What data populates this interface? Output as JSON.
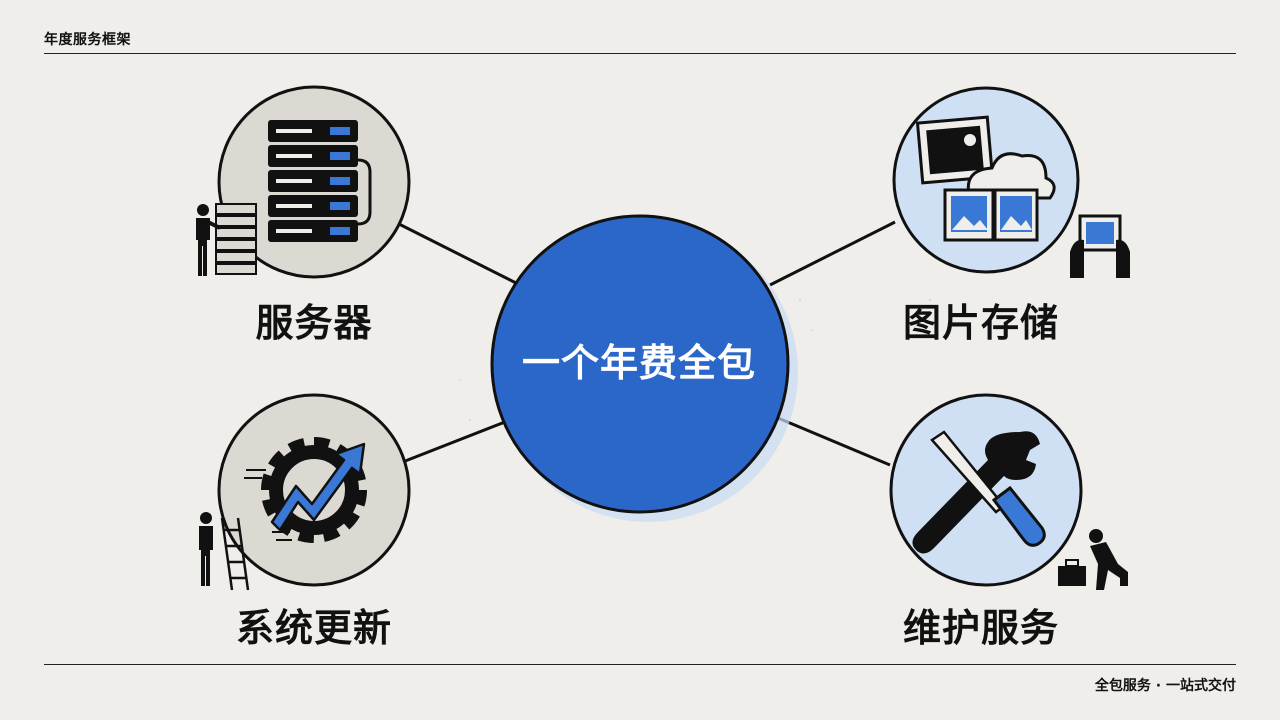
{
  "header": {
    "title": "年度服务框架"
  },
  "footer": {
    "text": "全包服务 · 一站式交付"
  },
  "hub": {
    "label": "一个年费全包"
  },
  "nodes": [
    {
      "label": "服务器",
      "icon": "server-rack-icon"
    },
    {
      "label": "图片存储",
      "icon": "photo-cloud-storage-icon"
    },
    {
      "label": "系统更新",
      "icon": "gear-update-arrow-icon"
    },
    {
      "label": "维护服务",
      "icon": "wrench-screwdriver-icon"
    }
  ],
  "colors": {
    "hub_fill": "#2a67c9",
    "accent_blue": "#3a78d6",
    "light_blue": "#cfe0f5",
    "beige": "#dcd9d2",
    "ink": "#111111",
    "background": "#efeeea"
  }
}
